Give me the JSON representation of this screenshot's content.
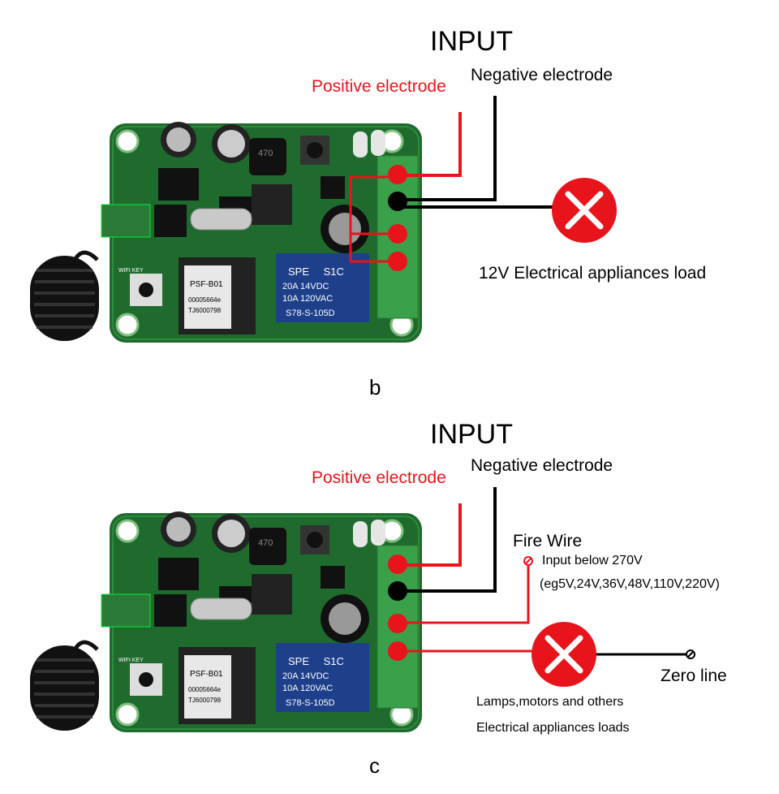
{
  "diagram_b": {
    "input_title": "INPUT",
    "positive_label": "Positive electrode",
    "negative_label": "Negative electrode",
    "load_label": "12V Electrical appliances load",
    "caption": "b"
  },
  "diagram_c": {
    "input_title": "INPUT",
    "positive_label": "Positive electrode",
    "negative_label": "Negative electrode",
    "fire_wire_label": "Fire Wire",
    "input_voltage_label": "Input below 270V",
    "voltage_examples": "(eg5V,24V,36V,48V,110V,220V)",
    "zero_line_label": "Zero line",
    "loads_line1": "Lamps,motors and others",
    "loads_line2": "Electrical appliances loads",
    "caption": "c"
  },
  "board": {
    "relay_brand": "SPE",
    "relay_model_suffix": "S1C",
    "relay_rating_1": "20A  14VDC",
    "relay_rating_2": "10A  120VAC",
    "relay_part": "S78-S-105D",
    "module_name": "PSF-B01",
    "module_code": "00005664e",
    "module_id": "TJ6000798",
    "inductor_code": "470",
    "key_label": "WIFI KEY"
  },
  "colors": {
    "pcb_green": "#1f6b2e",
    "wire_red": "#e8141b",
    "wire_black": "#000000",
    "terminal_green": "#3aa04a"
  }
}
